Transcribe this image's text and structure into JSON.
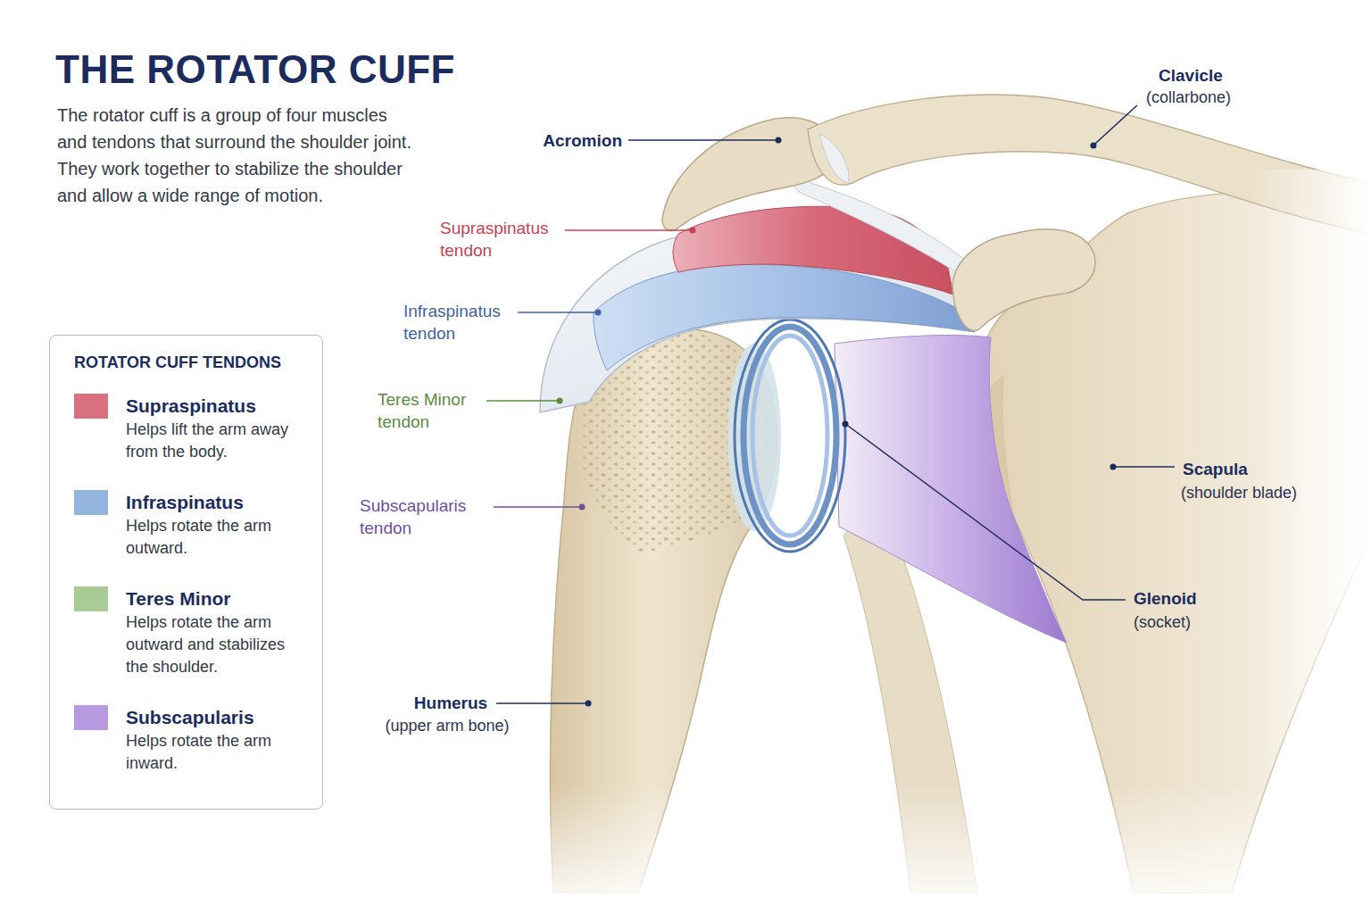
{
  "diagram": {
    "title": "THE ROTATOR CUFF",
    "caption": "The rotator cuff is a group of four muscles and tendons that surround the shoulder joint. They work together to stabilize the shoulder and allow a wide range of motion.",
    "nodes": [
      {
        "text": [
          "ROTATOR CUFF TENDONS"
        ]
      }
    ],
    "labels": [
      "Acromion",
      "Clavicle",
      "(collarbone)",
      "Supraspinatus tendon",
      "Infraspinatus tendon",
      "Teres Minor tendon",
      "Subscapularis tendon",
      "Scapula",
      "(shoulder blade)",
      "Glenoid",
      "(socket)",
      "Humerus",
      "(upper arm bone)",
      "Helps lift the arm away from the body.",
      "Helps rotate the arm outward.",
      "Helps rotate the arm outward and stabilizes the shoulder.",
      "Helps rotate the arm inward."
    ],
    "legend": [
      {
        "text": "Supraspinatus",
        "color": "#d9707f"
      },
      {
        "text": "Infraspinatus",
        "color": "#94b4e0"
      },
      {
        "text": "Teres Minor",
        "color": "#a9cc94"
      },
      {
        "text": "Subscapularis",
        "color": "#b89ae0"
      }
    ]
  }
}
